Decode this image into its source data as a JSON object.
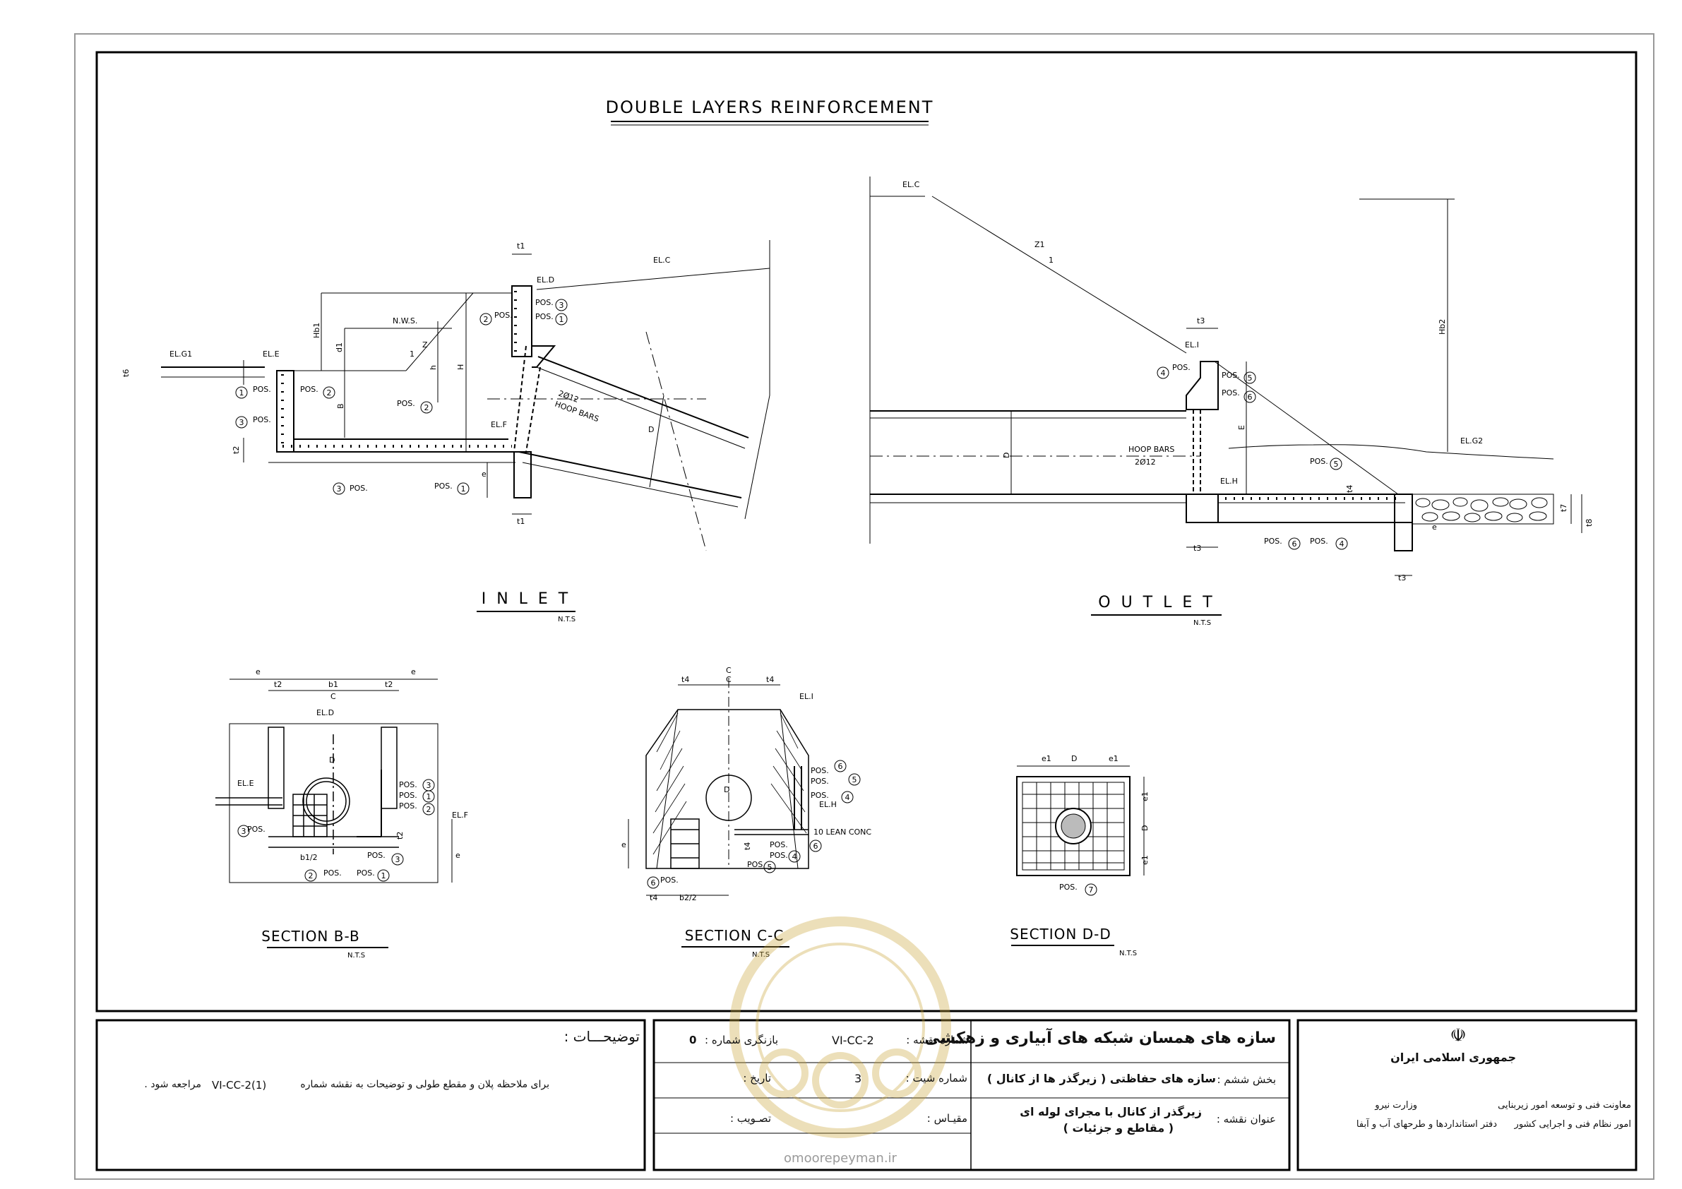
{
  "main_title": "DOUBLE LAYERS REINFORCEMENT",
  "inlet": {
    "title": "I N L E T",
    "scale": "N.T.S",
    "labels": {
      "el_g1": "EL.G1",
      "el_e": "EL.E",
      "el_d": "EL.D",
      "el_c": "EL.C",
      "el_f": "EL.F",
      "nws": "N.W.S.",
      "t6": "t6",
      "t2": "t2",
      "t1": "t1",
      "hb1": "Hb1",
      "d1": "d1",
      "h": "h",
      "H": "H",
      "B": "B",
      "D": "D",
      "z": "Z",
      "one": "1",
      "e": "e",
      "hoop": "HOOP BARS",
      "bars": "2Ø12",
      "pos": "POS."
    }
  },
  "outlet": {
    "title": "O U T L E T",
    "scale": "N.T.S",
    "labels": {
      "el_c": "EL.C",
      "el_i": "EL.I",
      "el_h": "EL.H",
      "el_g2": "EL.G2",
      "z1": "Z1",
      "one": "1",
      "hb2": "Hb2",
      "t3": "t3",
      "t4": "t4",
      "t7": "t7",
      "t8": "t8",
      "E": "E",
      "D": "D",
      "e": "e",
      "hoop": "HOOP BARS",
      "bars": "2Ø12",
      "pos": "POS."
    }
  },
  "section_bb": {
    "title": "SECTION B-B",
    "scale": "N.T.S",
    "labels": {
      "e": "e",
      "t2": "t2",
      "b1": "b1",
      "c": "C",
      "el_d": "EL.D",
      "el_e": "EL.E",
      "el_f": "EL.F",
      "D": "D",
      "b1_2": "b1/2",
      "pos": "POS."
    }
  },
  "section_cc": {
    "title": "SECTION C-C",
    "scale": "N.T.S",
    "labels": {
      "t4": "t4",
      "c": "C",
      "el_i": "EL.I",
      "el_h": "EL.H",
      "D": "D",
      "e": "e",
      "b2_2": "b2/2",
      "lean": "10 LEAN CONC",
      "pos": "POS."
    }
  },
  "section_dd": {
    "title": "SECTION  D-D",
    "scale": "N.T.S",
    "labels": {
      "e1": "e1",
      "D": "D",
      "pos": "POS."
    }
  },
  "title_block": {
    "notes_heading": "توضیحـــات :",
    "notes_text_1": "برای ملاحظه پلان و مقطع طولی و توضیحات به نقشه شماره",
    "notes_ref": "VI-CC-2(1)",
    "notes_text_2": "مراجعه شود .",
    "revision_label": "بازنگری شماره :",
    "revision_value": "0",
    "drawing_no_label": "شماره نقشه :",
    "drawing_no_value": "VI-CC-2",
    "date_label": "تاریخ :",
    "sheet_no_label": "شماره شیت :",
    "sheet_no_value": "3",
    "approval_label": "تصـویب :",
    "scale_label": "مقیـاس :",
    "project_title": "سازه های همسان شبکه های آبیاری و زهکشی",
    "section_label": "بخش ششم :",
    "section_value": "سازه های حفاظتی ( زیرگذر ها از کانال )",
    "drawing_title_label": "عنوان نقشه :",
    "drawing_title_1": "زیرگذر از کانال با مجرای لوله ای",
    "drawing_title_2": "( مقاطع و جزئیات )",
    "republic": "جمهوری اسلامی ایران",
    "ministry": "وزارت نیرو",
    "deputy": "معاونت فنی و توسعه امور زیربنایی",
    "office_1": "امور نظام فنی و اجرایی کشور",
    "office_2": "دفتر استانداردها و طرحهای آب و آبفا",
    "watermark": "omoorepeyman.ir"
  }
}
